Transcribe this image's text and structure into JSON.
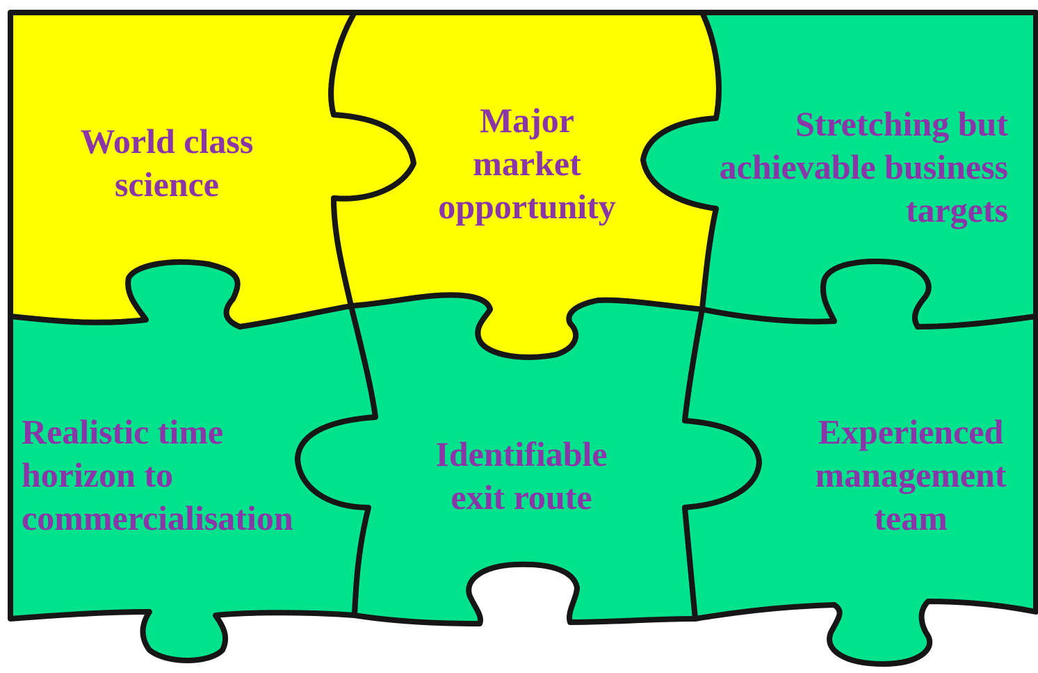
{
  "colors": {
    "yellow": "#ffff00",
    "green": "#00e38c",
    "outline": "#161616",
    "text": "#8a35a8",
    "background": "#ffffff"
  },
  "pieces": {
    "top_left": {
      "fill": "yellow",
      "lines": [
        "World class",
        "science"
      ]
    },
    "top_middle": {
      "fill": "yellow",
      "lines": [
        "Major",
        "market",
        "opportunity"
      ]
    },
    "top_right": {
      "fill": "green",
      "lines": [
        "Stretching but",
        "achievable business",
        "targets"
      ]
    },
    "bottom_left": {
      "fill": "green",
      "lines": [
        "Realistic time",
        "horizon to",
        "commercialisation"
      ]
    },
    "bottom_middle": {
      "fill": "green",
      "lines": [
        "Identifiable",
        "exit route"
      ]
    },
    "bottom_right": {
      "fill": "green",
      "lines": [
        "Experienced",
        "management",
        "team"
      ]
    }
  }
}
